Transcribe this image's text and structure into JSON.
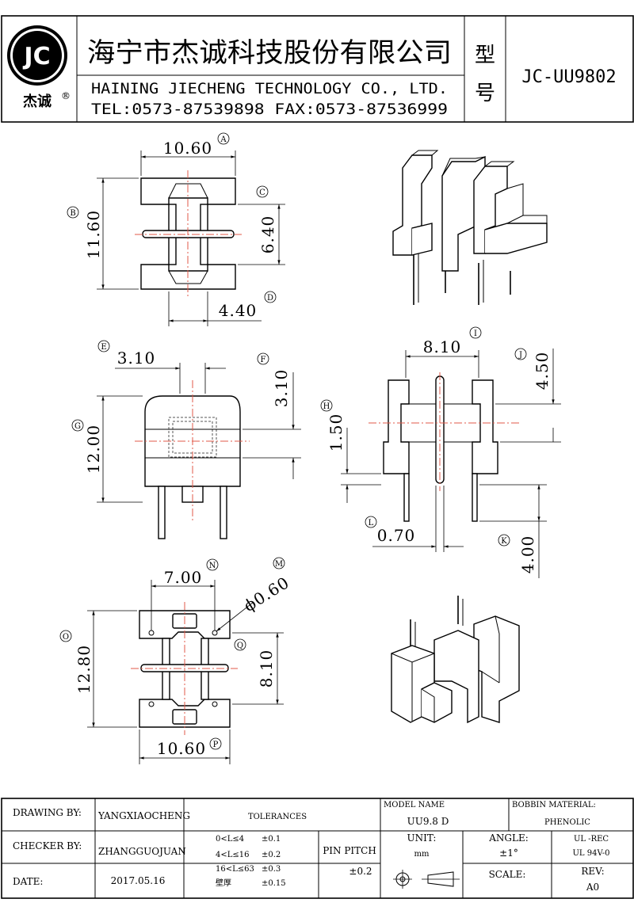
{
  "header": {
    "logo_text": "JC",
    "logo_cn": "杰诚",
    "logo_reg": "®",
    "company_cn": "海宁市杰诚科技股份有限公司",
    "company_en": "HAINING JIECHENG TECHNOLOGY CO., LTD.",
    "contact": "TEL:0573-87539898  FAX:0573-87536999",
    "model_label_1": "型",
    "model_label_2": "号",
    "model_no": "JC-UU9802"
  },
  "dimensions": {
    "A": {
      "label": "A",
      "value": "10.60"
    },
    "B": {
      "label": "B",
      "value": "11.60"
    },
    "C": {
      "label": "C",
      "value": "6.40"
    },
    "D": {
      "label": "D",
      "value": "4.40"
    },
    "E": {
      "label": "E",
      "value": "3.10"
    },
    "F": {
      "label": "F",
      "value": "3.10"
    },
    "G": {
      "label": "G",
      "value": "12.00"
    },
    "H": {
      "label": "H",
      "value": "1.50"
    },
    "I": {
      "label": "I",
      "value": "8.10"
    },
    "J": {
      "label": "J",
      "value": "4.50"
    },
    "K": {
      "label": "K",
      "value": "4.00"
    },
    "L": {
      "label": "L",
      "value": "0.70"
    },
    "M": {
      "label": "M",
      "value": "ϕ0.60"
    },
    "N": {
      "label": "N",
      "value": "7.00"
    },
    "O": {
      "label": "O",
      "value": "12.80"
    },
    "P": {
      "label": "P",
      "value": "10.60"
    },
    "Q": {
      "label": "Q",
      "value": "8.10"
    }
  },
  "title_block": {
    "drawing_by_label": "DRAWING  BY:",
    "drawing_by": "YANGXIAOCHENG",
    "checker_by_label": "CHECKER  BY:",
    "checker_by": "ZHANGGUOJUAN",
    "date_label": "DATE:",
    "date": "2017.05.16",
    "tolerances_label": "TOLERANCES",
    "tol_rows": [
      {
        "range": "0<L≤4",
        "tol": "±0.1"
      },
      {
        "range": "4<L≤16",
        "tol": "±0.2"
      },
      {
        "range": "16<L≤63",
        "tol": "±0.3"
      },
      {
        "range": "壁厚",
        "tol": "±0.15"
      }
    ],
    "pin_pitch_label": "PIN PITCH",
    "pin_pitch_tol": "±0.2",
    "model_name_label": "MODEL NAME",
    "model_name": "UU9.8 D",
    "bobbin_material_label": "BOBBIN MATERIAL:",
    "bobbin_material": "PHENOLIC",
    "unit_label": "UNIT:",
    "unit": "mm",
    "angle_label": "ANGLE:",
    "angle": "±1°",
    "ul_1": "UL -REC",
    "ul_2": "UL  94V-0",
    "scale_label": "SCALE:",
    "rev_label": "REV:",
    "rev": "A0"
  }
}
